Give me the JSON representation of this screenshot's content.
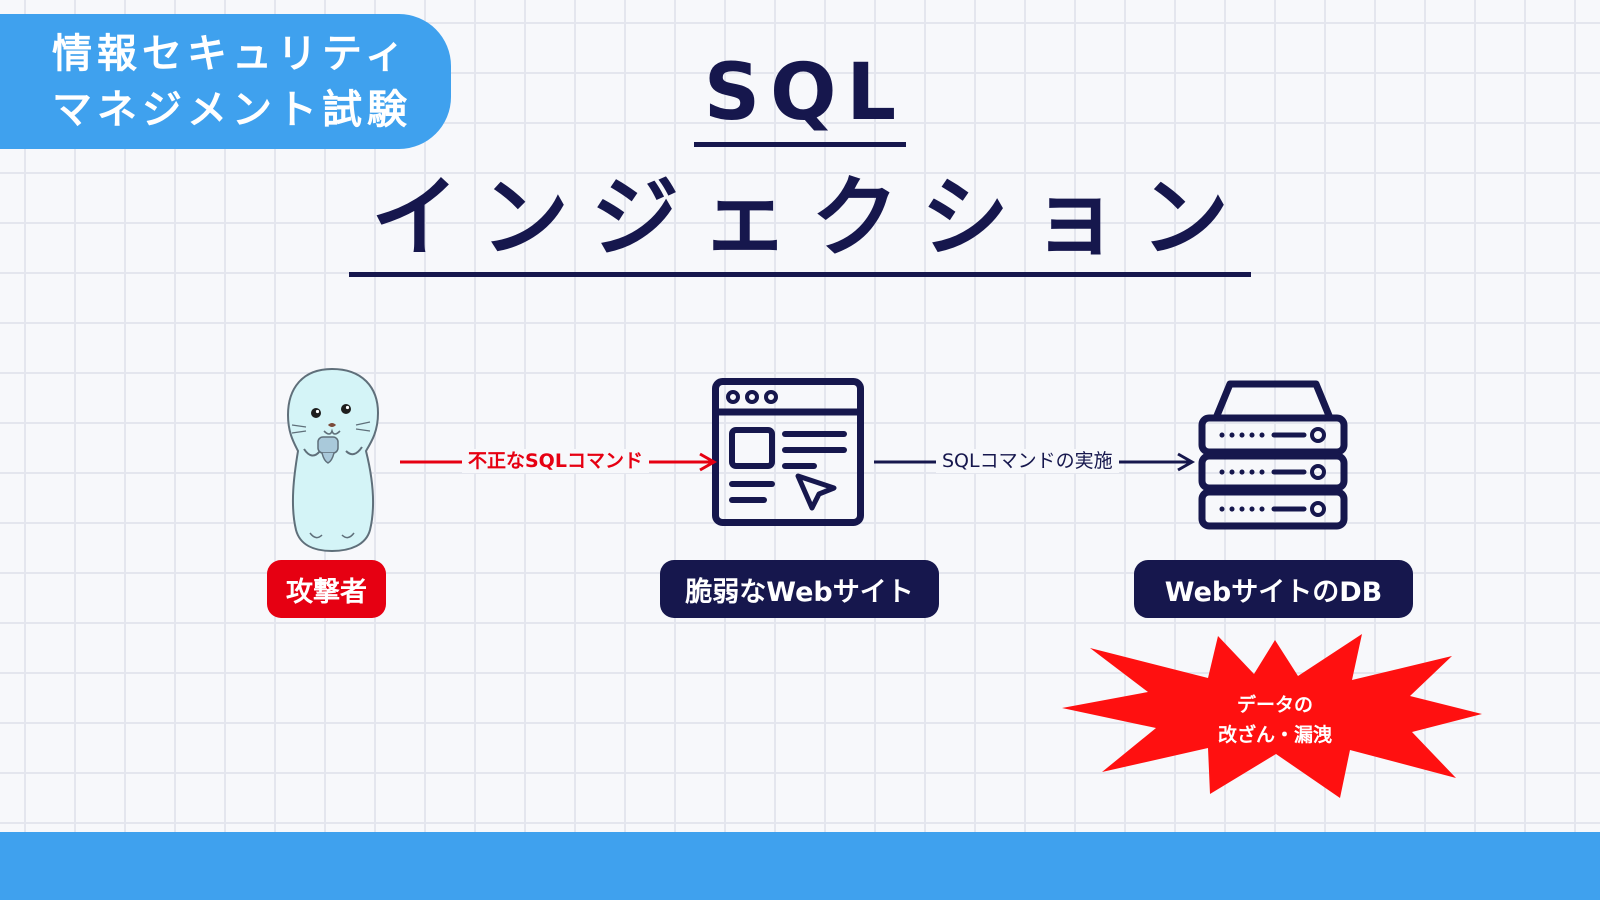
{
  "badge": {
    "line1": "情報セキュリティ",
    "line2": "マネジメント試験"
  },
  "title": {
    "line1": "SQL",
    "line2": "インジェクション"
  },
  "nodes": {
    "attacker": {
      "label": "攻撃者",
      "icon": "seal-character-icon",
      "color": "#e60012"
    },
    "website": {
      "label": "脆弱なWebサイト",
      "icon": "browser-window-icon",
      "color": "#16174d"
    },
    "database": {
      "label": "WebサイトのDB",
      "icon": "server-stack-icon",
      "color": "#16174d"
    }
  },
  "arrows": {
    "attack": {
      "label": "不正なSQLコマンド",
      "color": "#e60012"
    },
    "execute": {
      "label": "SQLコマンドの実施",
      "color": "#16174d"
    }
  },
  "impact": {
    "line1": "データの",
    "line2": "改ざん・漏洩",
    "color": "#e60012"
  },
  "colors": {
    "accent_blue": "#3fa1ee",
    "navy": "#16174d",
    "red": "#e60012"
  }
}
